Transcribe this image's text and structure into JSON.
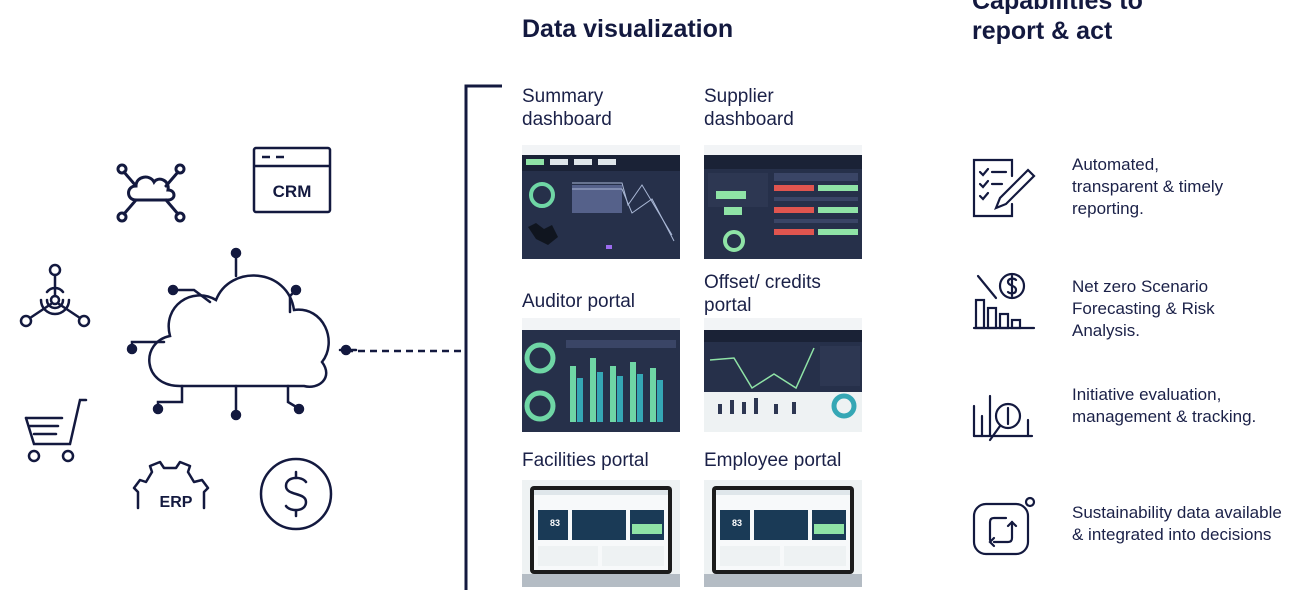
{
  "sources": {
    "crm_label": "CRM",
    "erp_label": "ERP",
    "icons": [
      "network-cloud-icon",
      "crm-window-icon",
      "iot-sensor-icon",
      "shopping-cart-icon",
      "erp-gear-icon",
      "dollar-icon",
      "central-cloud-icon"
    ]
  },
  "visualization": {
    "heading": "Data visualization",
    "summary_label": "Summary dashboard",
    "supplier_label": "Supplier dashboard",
    "auditor_label": "Auditor portal",
    "offset_label": "Offset/ credits portal",
    "facilities_label": "Facilities portal",
    "employee_label": "Employee portal",
    "laptop_badge_facilities": "83",
    "laptop_badge_employee": "83"
  },
  "capabilities": {
    "heading": "Capabilities to report & act",
    "items": [
      {
        "text": "Automated, transparent & timely reporting.",
        "icon": "checklist-pen-icon"
      },
      {
        "text": "Net zero Scenario Forecasting & Risk Analysis.",
        "icon": "dollar-chart-icon"
      },
      {
        "text": "Initiative evaluation, management & tracking.",
        "icon": "bar-magnifier-icon"
      },
      {
        "text": "Sustainability data available & integrated into decisions",
        "icon": "integration-loop-icon"
      }
    ]
  },
  "colors": {
    "navy": "#13193f",
    "dashboard_bg": "#26304a",
    "accent_green": "#8fe3a6",
    "accent_teal": "#35a7b5"
  }
}
